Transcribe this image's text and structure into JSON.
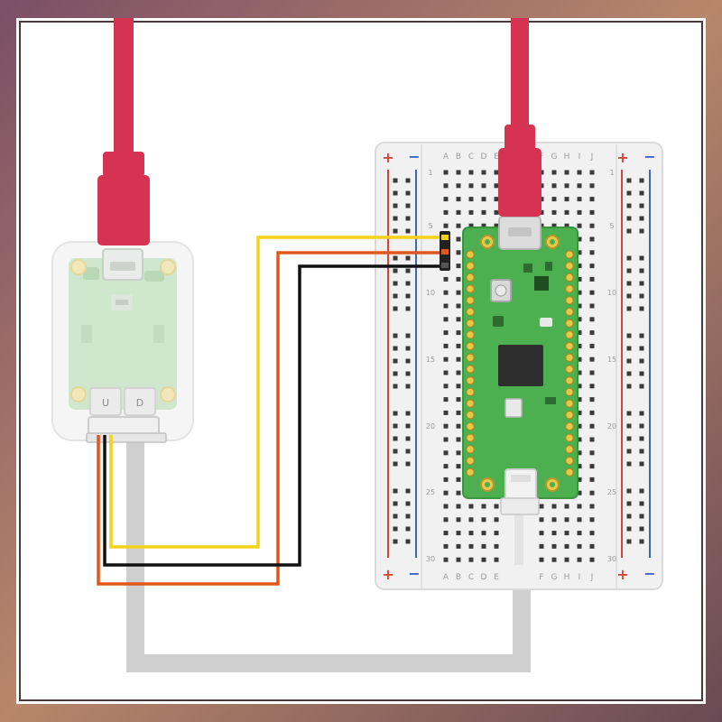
{
  "colors": {
    "usb_cable": "#d63352",
    "wire_yellow": "#f5d21a",
    "wire_orange": "#e2561c",
    "wire_black": "#111111",
    "debug_cable": "#cfcfcf",
    "pico_board": "#4caf50",
    "pad": "#e8c84a",
    "breadboard": "#efefef",
    "rail_red": "#d9443a",
    "rail_blue": "#3b64c8"
  },
  "breadboard": {
    "column_letters_left": [
      "A",
      "B",
      "C",
      "D",
      "E"
    ],
    "column_letters_right": [
      "F",
      "G",
      "H",
      "I",
      "J"
    ],
    "row_numbers": [
      "1",
      "5",
      "10",
      "15",
      "20",
      "25",
      "30"
    ],
    "rail_plus": "+",
    "rail_minus": "−",
    "rows": 30,
    "cols_per_side": 5
  },
  "debug_probe": {
    "port_u_label": "U",
    "port_d_label": "D"
  },
  "icons": [
    "usb-cable",
    "debug-probe",
    "breadboard",
    "pico-board",
    "jst-connector",
    "swd-header"
  ]
}
